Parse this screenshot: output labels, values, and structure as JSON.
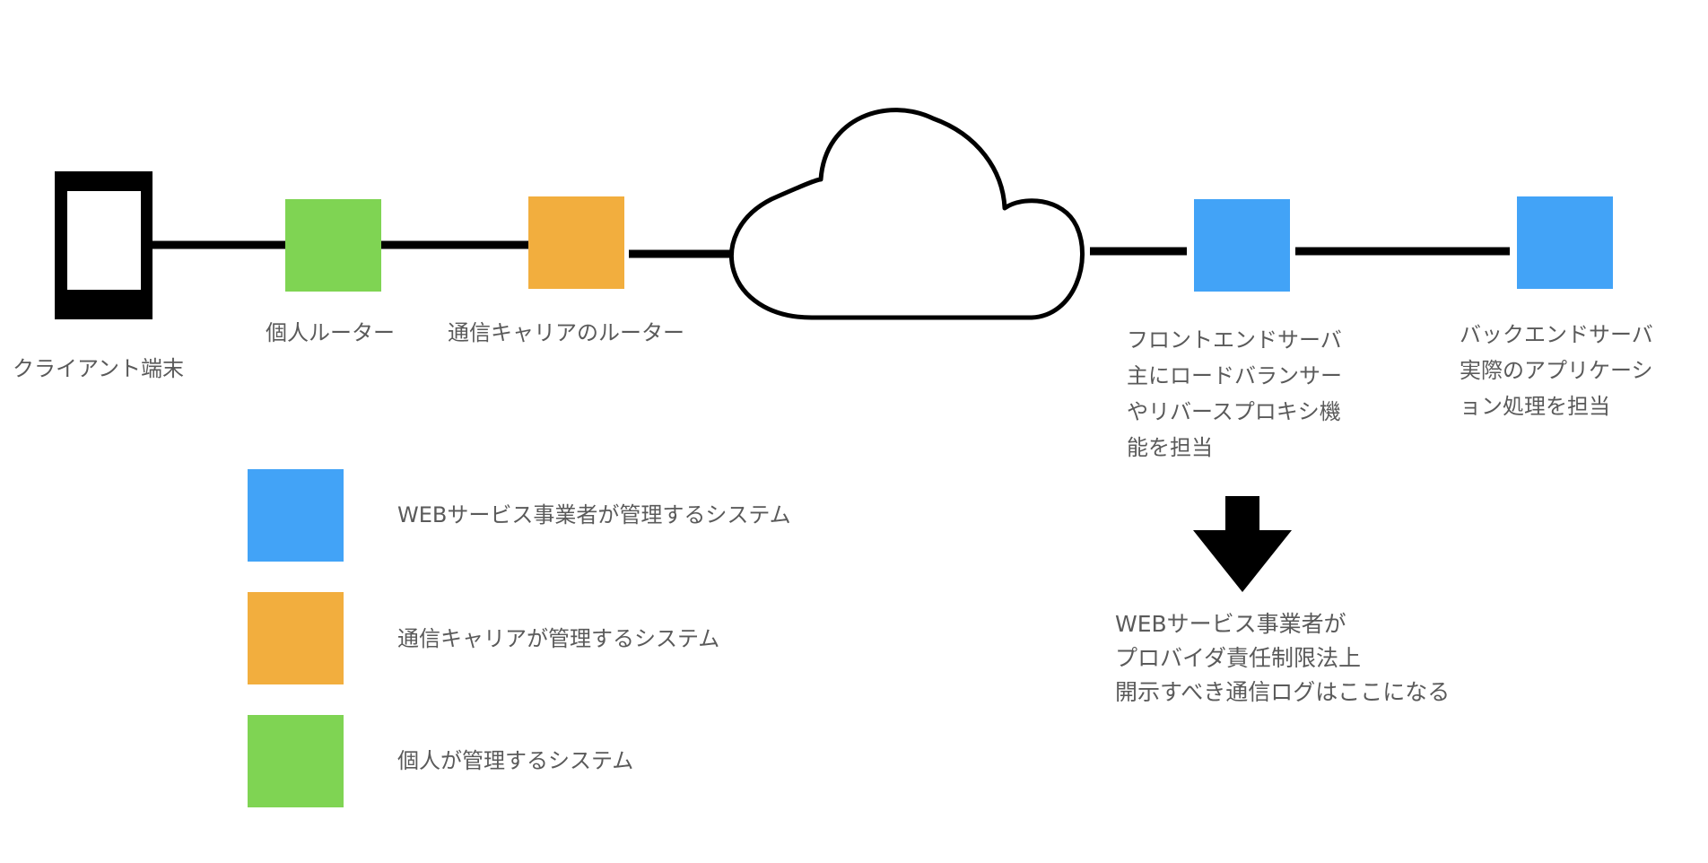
{
  "colors": {
    "web_service": "#42a3f7",
    "carrier": "#f2ae3e",
    "personal": "#7fd453",
    "line": "#000000",
    "text": "#5a5a5a"
  },
  "nodes": {
    "client": {
      "label": "クライアント端末",
      "icon": "smartphone-icon"
    },
    "personal_router": {
      "label": "個人ルーター",
      "owner": "personal"
    },
    "carrier_router": {
      "label": "通信キャリアのルーター",
      "owner": "carrier"
    },
    "internet": {
      "icon": "cloud-icon"
    },
    "frontend": {
      "owner": "web_service",
      "lines": [
        "フロントエンドサーバ",
        "主にロードバランサー",
        "やリバースプロキシ機",
        "能を担当"
      ]
    },
    "backend": {
      "owner": "web_service",
      "lines": [
        "バックエンドサーバ",
        "実際のアプリケーシ",
        "ョン処理を担当"
      ]
    }
  },
  "legend": [
    {
      "key": "web_service",
      "label": "WEBサービス事業者が管理するシステム"
    },
    {
      "key": "carrier",
      "label": "通信キャリアが管理するシステム"
    },
    {
      "key": "personal",
      "label": "個人が管理するシステム"
    }
  ],
  "note": {
    "icon": "arrow-down-icon",
    "lines": [
      "WEBサービス事業者が",
      "プロバイダ責任制限法上",
      "開示すべき通信ログはここになる"
    ]
  }
}
